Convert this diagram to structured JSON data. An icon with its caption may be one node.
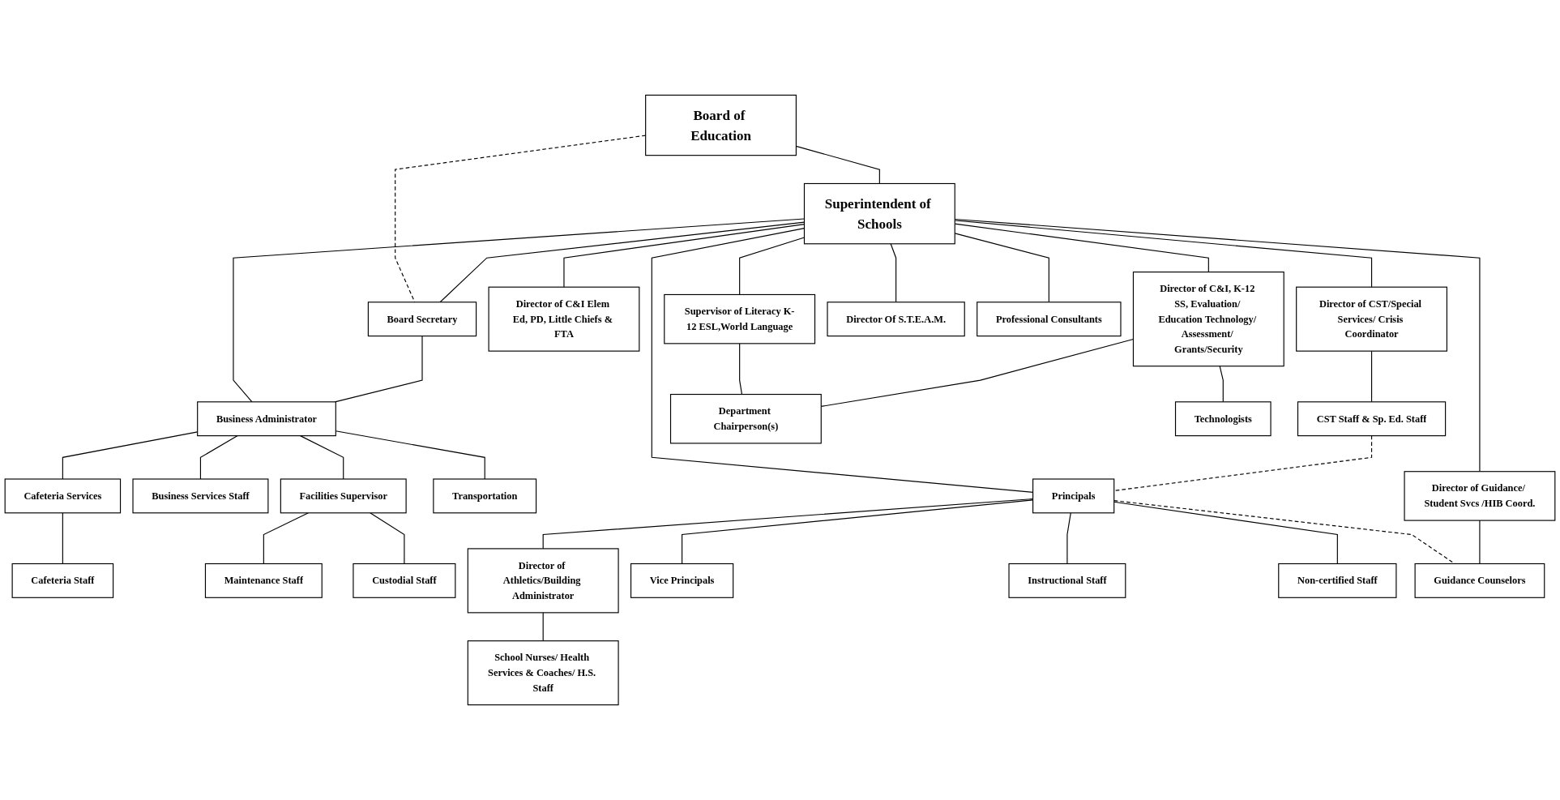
{
  "diagram": {
    "nodes": [
      {
        "text": [
          "Board of Education"
        ]
      },
      {
        "text": [
          "Superintendent of Schools"
        ]
      },
      {
        "text": [
          "Board Secretary"
        ]
      },
      {
        "text": [
          "Business Administrator"
        ]
      },
      {
        "text": [
          "Director of CST/Special Services/ Crisis Coordinator"
        ]
      },
      {
        "text": [
          "Director of C&I Elem Ed, PD, Little Chiefs & FTA"
        ]
      },
      {
        "text": [
          "Supervisor of Literacy K-12 ESL,World Language"
        ]
      },
      {
        "text": [
          "Director of C&I, K-12 SS, Evaluation/ Education Technology/ Assessment/ Grants/Security"
        ]
      },
      {
        "text": [
          "Director of Guidance/ Student Svcs /HIB Coord."
        ]
      },
      {
        "text": [
          "Director Of S.T.E.A.M."
        ]
      },
      {
        "text": [
          "Business Services Staff"
        ]
      },
      {
        "text": [
          "Facilities Supervisor"
        ]
      },
      {
        "text": [
          "Transportation"
        ]
      },
      {
        "text": [
          "Cafeteria Services"
        ]
      },
      {
        "text": [
          "Cafeteria Staff"
        ]
      },
      {
        "text": [
          "Maintenance Staff"
        ]
      },
      {
        "text": [
          "Custodial Staff"
        ]
      },
      {
        "text": [
          "CST Staff & Sp. Ed. Staff"
        ]
      },
      {
        "text": [
          "Principals"
        ]
      },
      {
        "text": [
          "Director of Athletics/Building Administrator"
        ]
      },
      {
        "text": [
          "Vice Principals"
        ]
      },
      {
        "text": [
          "Instructional Staff"
        ]
      },
      {
        "text": [
          "Non-certified Staff"
        ]
      },
      {
        "text": [
          "School Nurses/ Health Services & Coaches/ H.S. Staff"
        ]
      },
      {
        "text": [
          "Department Chairperson(s)"
        ]
      },
      {
        "text": [
          "Technologists"
        ]
      },
      {
        "text": [
          "Professional Consultants"
        ]
      },
      {
        "text": [
          "Guidance Counselors"
        ]
      }
    ],
    "edges": [
      {
        "from": 0,
        "to": 1,
        "arrow": "none"
      },
      {
        "from": 0,
        "to": 2,
        "arrow": "none",
        "style": "dashed"
      },
      {
        "from": 1,
        "to": 2,
        "arrow": "none"
      },
      {
        "from": 1,
        "to": 3,
        "arrow": "none"
      },
      {
        "from": 2,
        "to": 3,
        "arrow": "none"
      },
      {
        "from": 1,
        "to": 4,
        "arrow": "none"
      },
      {
        "from": 1,
        "to": 5,
        "arrow": "none"
      },
      {
        "from": 1,
        "to": 18,
        "arrow": "none"
      },
      {
        "from": 1,
        "to": 6,
        "arrow": "none"
      },
      {
        "from": 1,
        "to": 7,
        "arrow": "none"
      },
      {
        "from": 1,
        "to": 8,
        "arrow": "none"
      },
      {
        "from": 1,
        "to": 9,
        "arrow": "none"
      },
      {
        "from": 1,
        "to": 26,
        "arrow": "none"
      },
      {
        "from": 3,
        "to": 10,
        "arrow": "none"
      },
      {
        "from": 3,
        "to": 11,
        "arrow": "none"
      },
      {
        "from": 3,
        "to": 12,
        "arrow": "none"
      },
      {
        "from": 3,
        "to": 13,
        "arrow": "none"
      },
      {
        "from": 13,
        "to": 14,
        "arrow": "none"
      },
      {
        "from": 11,
        "to": 15,
        "arrow": "none"
      },
      {
        "from": 11,
        "to": 16,
        "arrow": "none"
      },
      {
        "from": 4,
        "to": 17,
        "arrow": "none"
      },
      {
        "from": 17,
        "to": 18,
        "arrow": "none",
        "style": "dashed"
      },
      {
        "from": 18,
        "to": 19,
        "arrow": "none"
      },
      {
        "from": 18,
        "to": 20,
        "arrow": "none"
      },
      {
        "from": 18,
        "to": 21,
        "arrow": "none"
      },
      {
        "from": 18,
        "to": 22,
        "arrow": "none"
      },
      {
        "from": 19,
        "to": 23,
        "arrow": "none"
      },
      {
        "from": 18,
        "to": 27,
        "arrow": "none",
        "style": "dashed"
      },
      {
        "from": 6,
        "to": 24,
        "arrow": "none"
      },
      {
        "from": 7,
        "to": 24,
        "arrow": "none"
      },
      {
        "from": 7,
        "to": 25,
        "arrow": "none"
      },
      {
        "from": 8,
        "to": 27,
        "arrow": "none"
      }
    ]
  }
}
